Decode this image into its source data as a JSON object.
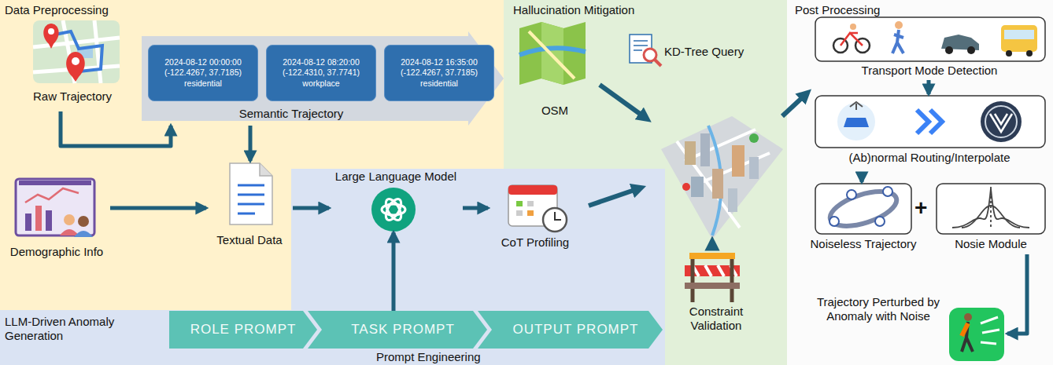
{
  "diagram": {
    "nodes": [
      {
        "text": [
          "Data Preprocessing"
        ]
      },
      {
        "text": [
          "Raw Trajectory"
        ],
        "in": 0
      },
      {
        "text": [
          "Semantic Trajectory"
        ],
        "in": 0
      },
      {
        "text": [
          "2024-08-12 00:00:00",
          "(-122.4267, 37.7185)",
          "residential"
        ],
        "in": 2
      },
      {
        "text": [
          "2024-08-12 08:20:00",
          "(-122.4310, 37.7741)",
          "workplace"
        ],
        "in": 2
      },
      {
        "text": [
          "2024-08-12 16:35:00",
          "(-122.4267, 37.7185)",
          "residential"
        ],
        "in": 2
      },
      {
        "text": [
          "Demographic Info"
        ],
        "in": 0
      },
      {
        "text": [
          "Textual Data"
        ],
        "in": 0
      },
      {
        "text": [
          "LLM-Driven Anomaly Generation"
        ]
      },
      {
        "text": [
          "Large Language Model"
        ],
        "in": 8
      },
      {
        "text": [
          "CoT Profiling"
        ],
        "in": 8
      },
      {
        "text": [
          "ROLE PROMPT"
        ],
        "in": 8
      },
      {
        "text": [
          "TASK PROMPT"
        ],
        "in": 8
      },
      {
        "text": [
          "OUTPUT PROMPT"
        ],
        "in": 8
      },
      {
        "text": [
          "Hallucination Mitigation"
        ]
      },
      {
        "text": [
          "OSM"
        ],
        "in": 14
      },
      {
        "text": [
          "KD-Tree Query"
        ],
        "in": 14
      },
      {
        "text": [
          "Constraint Validation"
        ],
        "in": 14
      },
      {
        "text": [
          "Post Processing"
        ]
      },
      {
        "text": [
          "Transport Mode Detection"
        ],
        "in": 18
      },
      {
        "text": [
          "(Ab)normal Routing/Interpolate"
        ],
        "in": 18
      },
      {
        "text": [
          "Noiseless Trajectory"
        ],
        "in": 18
      },
      {
        "text": [
          "Nosie Module"
        ],
        "in": 18
      },
      {
        "text": [
          "Trajectory Perturbed by Anomaly with Noise"
        ],
        "in": 18
      }
    ],
    "edges": [
      {
        "from": 1,
        "to": 2,
        "arrow": "to"
      },
      {
        "from": 2,
        "to": 7,
        "arrow": "to"
      },
      {
        "from": 6,
        "to": 7,
        "arrow": "to"
      },
      {
        "from": 7,
        "to": 9,
        "arrow": "to"
      },
      {
        "from": 12,
        "to": 9,
        "arrow": "to"
      },
      {
        "from": 9,
        "to": 10,
        "arrow": "to"
      },
      {
        "from": 19,
        "to": 20,
        "arrow": "to"
      },
      {
        "from": 20,
        "to": 21,
        "arrow": "to"
      },
      {
        "from": 22,
        "to": 23,
        "arrow": "to"
      }
    ],
    "labels": [
      "Prompt Engineering",
      "+"
    ]
  }
}
